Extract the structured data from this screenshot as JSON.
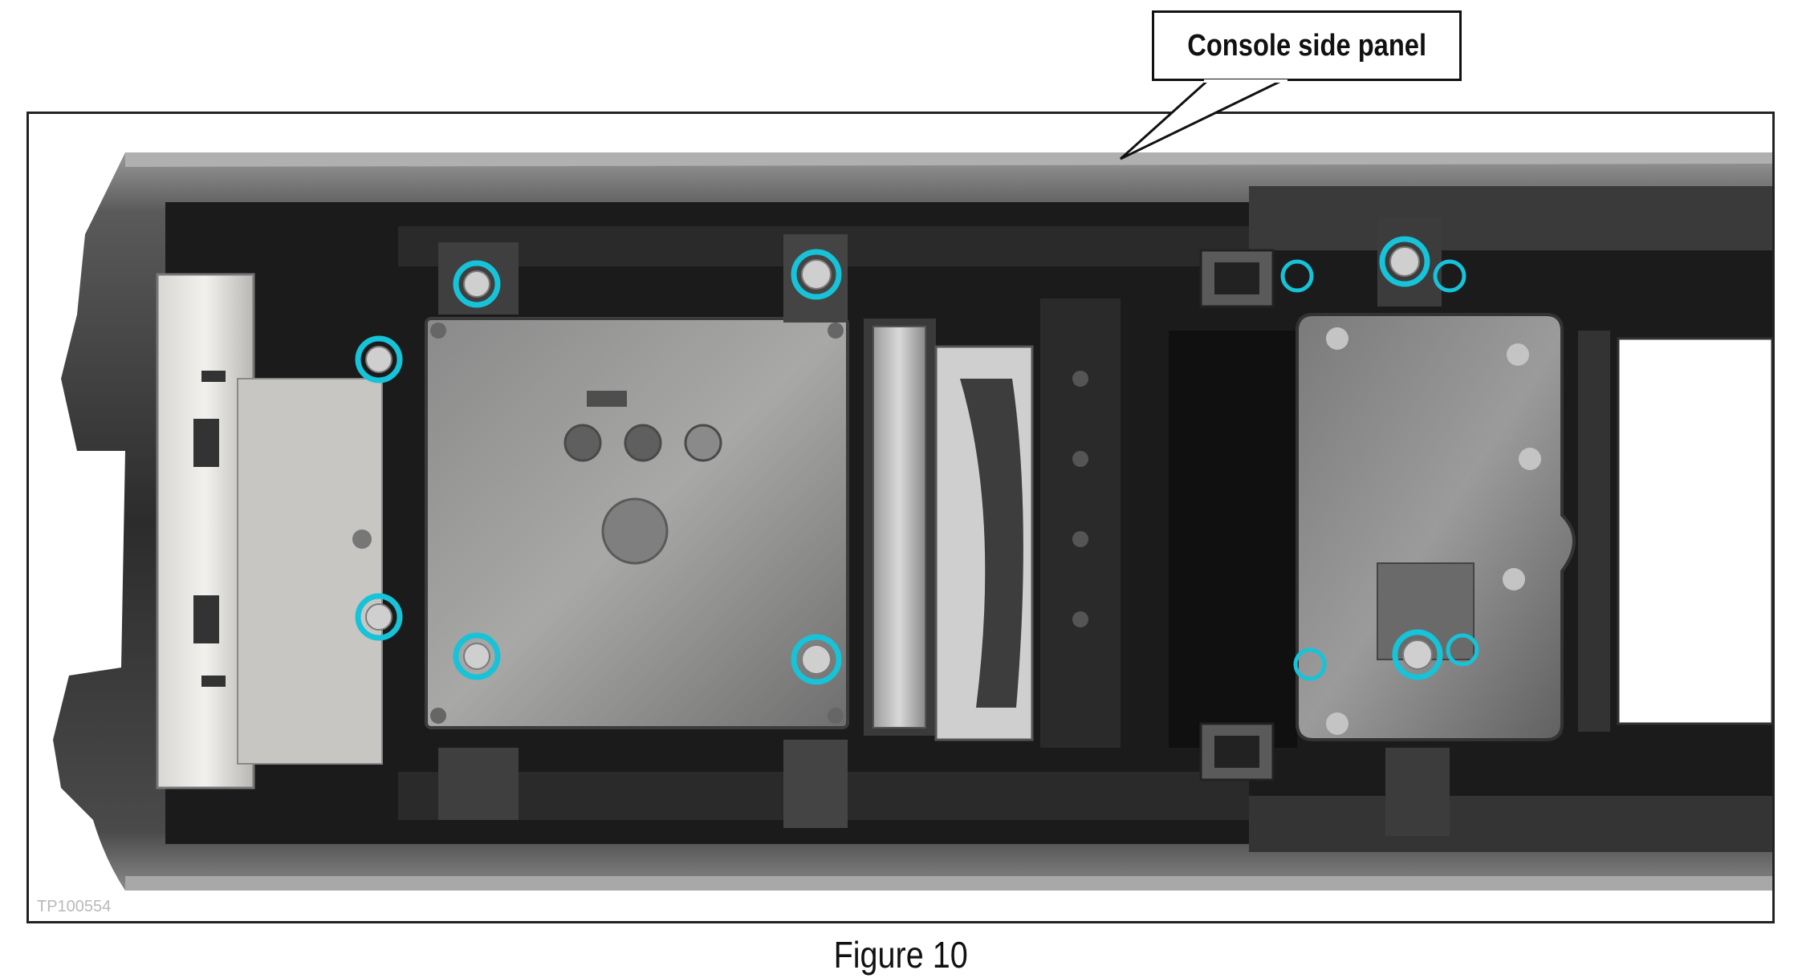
{
  "callout": {
    "label": "Console side panel"
  },
  "photo": {
    "id_label": "TP100554",
    "circle_color": "#16c3d8"
  },
  "caption": {
    "text": "Figure 10"
  }
}
